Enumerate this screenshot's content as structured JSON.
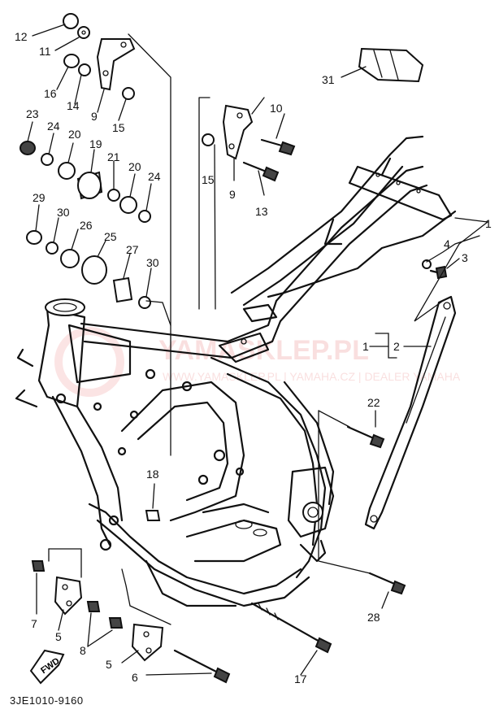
{
  "diagram": {
    "catalog_code": "3JE1010-9160",
    "fwd_label": "FWD",
    "watermark": {
      "primary": "YAMASKLEP.PL",
      "secondary": "WWW.YAMASKLEP.PL | YAMAHA.CZ | DEALER YAMAHA"
    },
    "callouts": {
      "c1": "1",
      "c1b": "1",
      "c2": "2",
      "c3": "3",
      "c4": "4",
      "c5": "5",
      "c5b": "5",
      "c6": "6",
      "c7": "7",
      "c8": "8",
      "c9": "9",
      "c9b": "9",
      "c10": "10",
      "c11": "11",
      "c12": "12",
      "c13": "13",
      "c14": "14",
      "c15": "15",
      "c15b": "15",
      "c16": "16",
      "c17": "17",
      "c18": "18",
      "c19": "19",
      "c20": "20",
      "c20b": "20",
      "c21": "21",
      "c22": "22",
      "c23": "23",
      "c24": "24",
      "c24b": "24",
      "c25": "25",
      "c26": "26",
      "c27": "27",
      "c28": "28",
      "c29": "29",
      "c30": "30",
      "c30b": "30",
      "c31": "31"
    }
  }
}
